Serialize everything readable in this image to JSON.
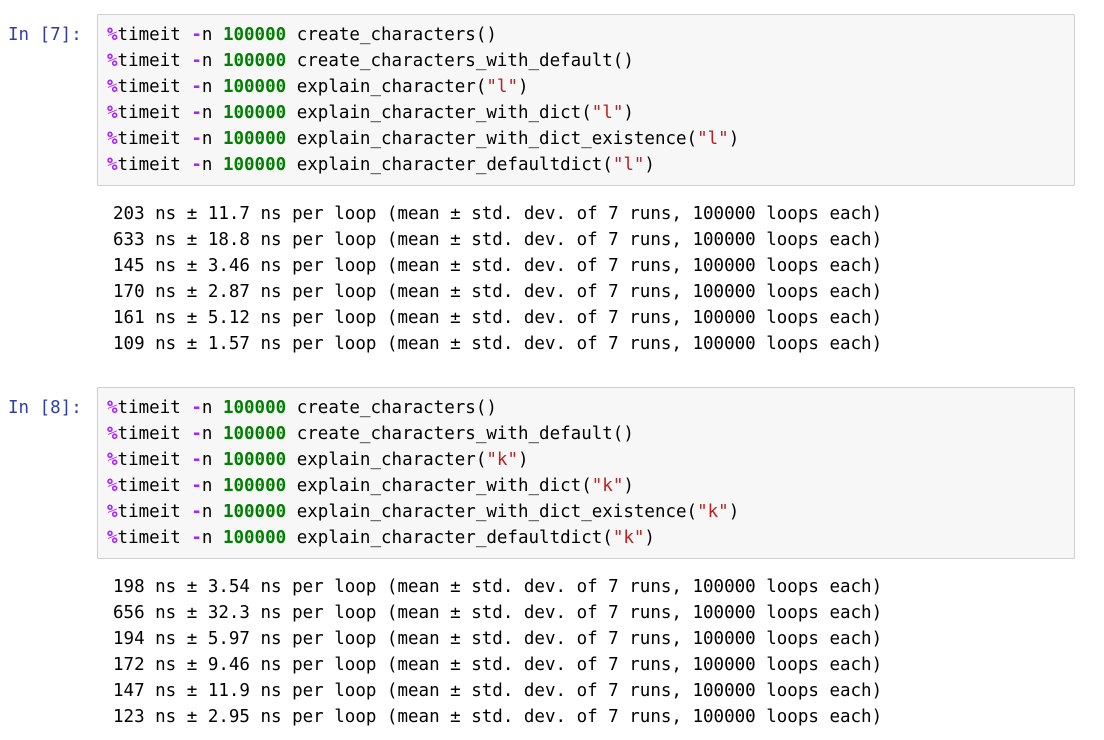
{
  "notebook": {
    "cells": [
      {
        "prompt": "In [7]:",
        "code_lines": [
          {
            "magic": "%",
            "command": "timeit",
            "flag_dash": "-",
            "flag_name": "n",
            "count": "100000",
            "call": "create_characters",
            "open_paren": "(",
            "arg": "",
            "close_paren": ")"
          },
          {
            "magic": "%",
            "command": "timeit",
            "flag_dash": "-",
            "flag_name": "n",
            "count": "100000",
            "call": "create_characters_with_default",
            "open_paren": "(",
            "arg": "",
            "close_paren": ")"
          },
          {
            "magic": "%",
            "command": "timeit",
            "flag_dash": "-",
            "flag_name": "n",
            "count": "100000",
            "call": "explain_character",
            "open_paren": "(",
            "arg": "\"l\"",
            "close_paren": ")"
          },
          {
            "magic": "%",
            "command": "timeit",
            "flag_dash": "-",
            "flag_name": "n",
            "count": "100000",
            "call": "explain_character_with_dict",
            "open_paren": "(",
            "arg": "\"l\"",
            "close_paren": ")"
          },
          {
            "magic": "%",
            "command": "timeit",
            "flag_dash": "-",
            "flag_name": "n",
            "count": "100000",
            "call": "explain_character_with_dict_existence",
            "open_paren": "(",
            "arg": "\"l\"",
            "close_paren": ")"
          },
          {
            "magic": "%",
            "command": "timeit",
            "flag_dash": "-",
            "flag_name": "n",
            "count": "100000",
            "call": "explain_character_defaultdict",
            "open_paren": "(",
            "arg": "\"l\"",
            "close_paren": ")"
          }
        ],
        "output_lines": [
          "203 ns ± 11.7 ns per loop (mean ± std. dev. of 7 runs, 100000 loops each)",
          "633 ns ± 18.8 ns per loop (mean ± std. dev. of 7 runs, 100000 loops each)",
          "145 ns ± 3.46 ns per loop (mean ± std. dev. of 7 runs, 100000 loops each)",
          "170 ns ± 2.87 ns per loop (mean ± std. dev. of 7 runs, 100000 loops each)",
          "161 ns ± 5.12 ns per loop (mean ± std. dev. of 7 runs, 100000 loops each)",
          "109 ns ± 1.57 ns per loop (mean ± std. dev. of 7 runs, 100000 loops each)"
        ],
        "timings": [
          {
            "mean": "203",
            "mean_unit": "ns",
            "std": "11.7",
            "std_unit": "ns",
            "runs": "7",
            "loops": "100000"
          },
          {
            "mean": "633",
            "mean_unit": "ns",
            "std": "18.8",
            "std_unit": "ns",
            "runs": "7",
            "loops": "100000"
          },
          {
            "mean": "145",
            "mean_unit": "ns",
            "std": "3.46",
            "std_unit": "ns",
            "runs": "7",
            "loops": "100000"
          },
          {
            "mean": "170",
            "mean_unit": "ns",
            "std": "2.87",
            "std_unit": "ns",
            "runs": "7",
            "loops": "100000"
          },
          {
            "mean": "161",
            "mean_unit": "ns",
            "std": "5.12",
            "std_unit": "ns",
            "runs": "7",
            "loops": "100000"
          },
          {
            "mean": "109",
            "mean_unit": "ns",
            "std": "1.57",
            "std_unit": "ns",
            "runs": "7",
            "loops": "100000"
          }
        ]
      },
      {
        "prompt": "In [8]:",
        "code_lines": [
          {
            "magic": "%",
            "command": "timeit",
            "flag_dash": "-",
            "flag_name": "n",
            "count": "100000",
            "call": "create_characters",
            "open_paren": "(",
            "arg": "",
            "close_paren": ")"
          },
          {
            "magic": "%",
            "command": "timeit",
            "flag_dash": "-",
            "flag_name": "n",
            "count": "100000",
            "call": "create_characters_with_default",
            "open_paren": "(",
            "arg": "",
            "close_paren": ")"
          },
          {
            "magic": "%",
            "command": "timeit",
            "flag_dash": "-",
            "flag_name": "n",
            "count": "100000",
            "call": "explain_character",
            "open_paren": "(",
            "arg": "\"k\"",
            "close_paren": ")"
          },
          {
            "magic": "%",
            "command": "timeit",
            "flag_dash": "-",
            "flag_name": "n",
            "count": "100000",
            "call": "explain_character_with_dict",
            "open_paren": "(",
            "arg": "\"k\"",
            "close_paren": ")"
          },
          {
            "magic": "%",
            "command": "timeit",
            "flag_dash": "-",
            "flag_name": "n",
            "count": "100000",
            "call": "explain_character_with_dict_existence",
            "open_paren": "(",
            "arg": "\"k\"",
            "close_paren": ")"
          },
          {
            "magic": "%",
            "command": "timeit",
            "flag_dash": "-",
            "flag_name": "n",
            "count": "100000",
            "call": "explain_character_defaultdict",
            "open_paren": "(",
            "arg": "\"k\"",
            "close_paren": ")"
          }
        ],
        "output_lines": [
          "198 ns ± 3.54 ns per loop (mean ± std. dev. of 7 runs, 100000 loops each)",
          "656 ns ± 32.3 ns per loop (mean ± std. dev. of 7 runs, 100000 loops each)",
          "194 ns ± 5.97 ns per loop (mean ± std. dev. of 7 runs, 100000 loops each)",
          "172 ns ± 9.46 ns per loop (mean ± std. dev. of 7 runs, 100000 loops each)",
          "147 ns ± 11.9 ns per loop (mean ± std. dev. of 7 runs, 100000 loops each)",
          "123 ns ± 2.95 ns per loop (mean ± std. dev. of 7 runs, 100000 loops each)"
        ],
        "timings": [
          {
            "mean": "198",
            "mean_unit": "ns",
            "std": "3.54",
            "std_unit": "ns",
            "runs": "7",
            "loops": "100000"
          },
          {
            "mean": "656",
            "mean_unit": "ns",
            "std": "32.3",
            "std_unit": "ns",
            "runs": "7",
            "loops": "100000"
          },
          {
            "mean": "194",
            "mean_unit": "ns",
            "std": "5.97",
            "std_unit": "ns",
            "runs": "7",
            "loops": "100000"
          },
          {
            "mean": "172",
            "mean_unit": "ns",
            "std": "9.46",
            "std_unit": "ns",
            "runs": "7",
            "loops": "100000"
          },
          {
            "mean": "147",
            "mean_unit": "ns",
            "std": "11.9",
            "std_unit": "ns",
            "runs": "7",
            "loops": "100000"
          },
          {
            "mean": "123",
            "mean_unit": "ns",
            "std": "2.95",
            "std_unit": "ns",
            "runs": "7",
            "loops": "100000"
          }
        ]
      }
    ]
  },
  "colors": {
    "prompt": "#303f9f",
    "magic": "#aa22ff",
    "number": "#008000",
    "string": "#ba2121",
    "text": "#000000",
    "cell_background": "#f7f7f7",
    "cell_border": "#cfcfcf",
    "page_background": "#ffffff"
  }
}
